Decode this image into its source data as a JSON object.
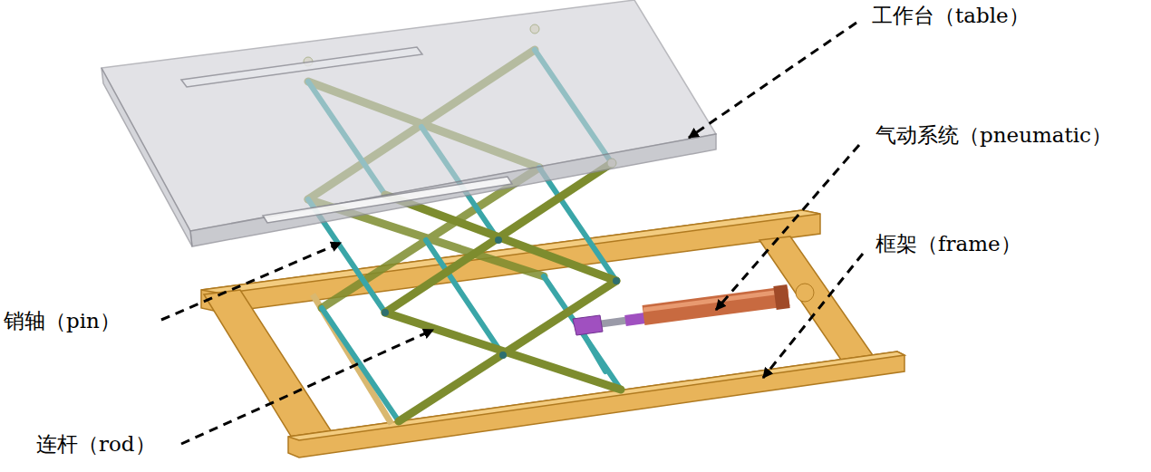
{
  "diagram": {
    "labels": [
      "工作台（table）",
      "气动系统（pneumatic）",
      "框架（frame）",
      "销轴（pin）",
      "连杆（rod）"
    ]
  }
}
